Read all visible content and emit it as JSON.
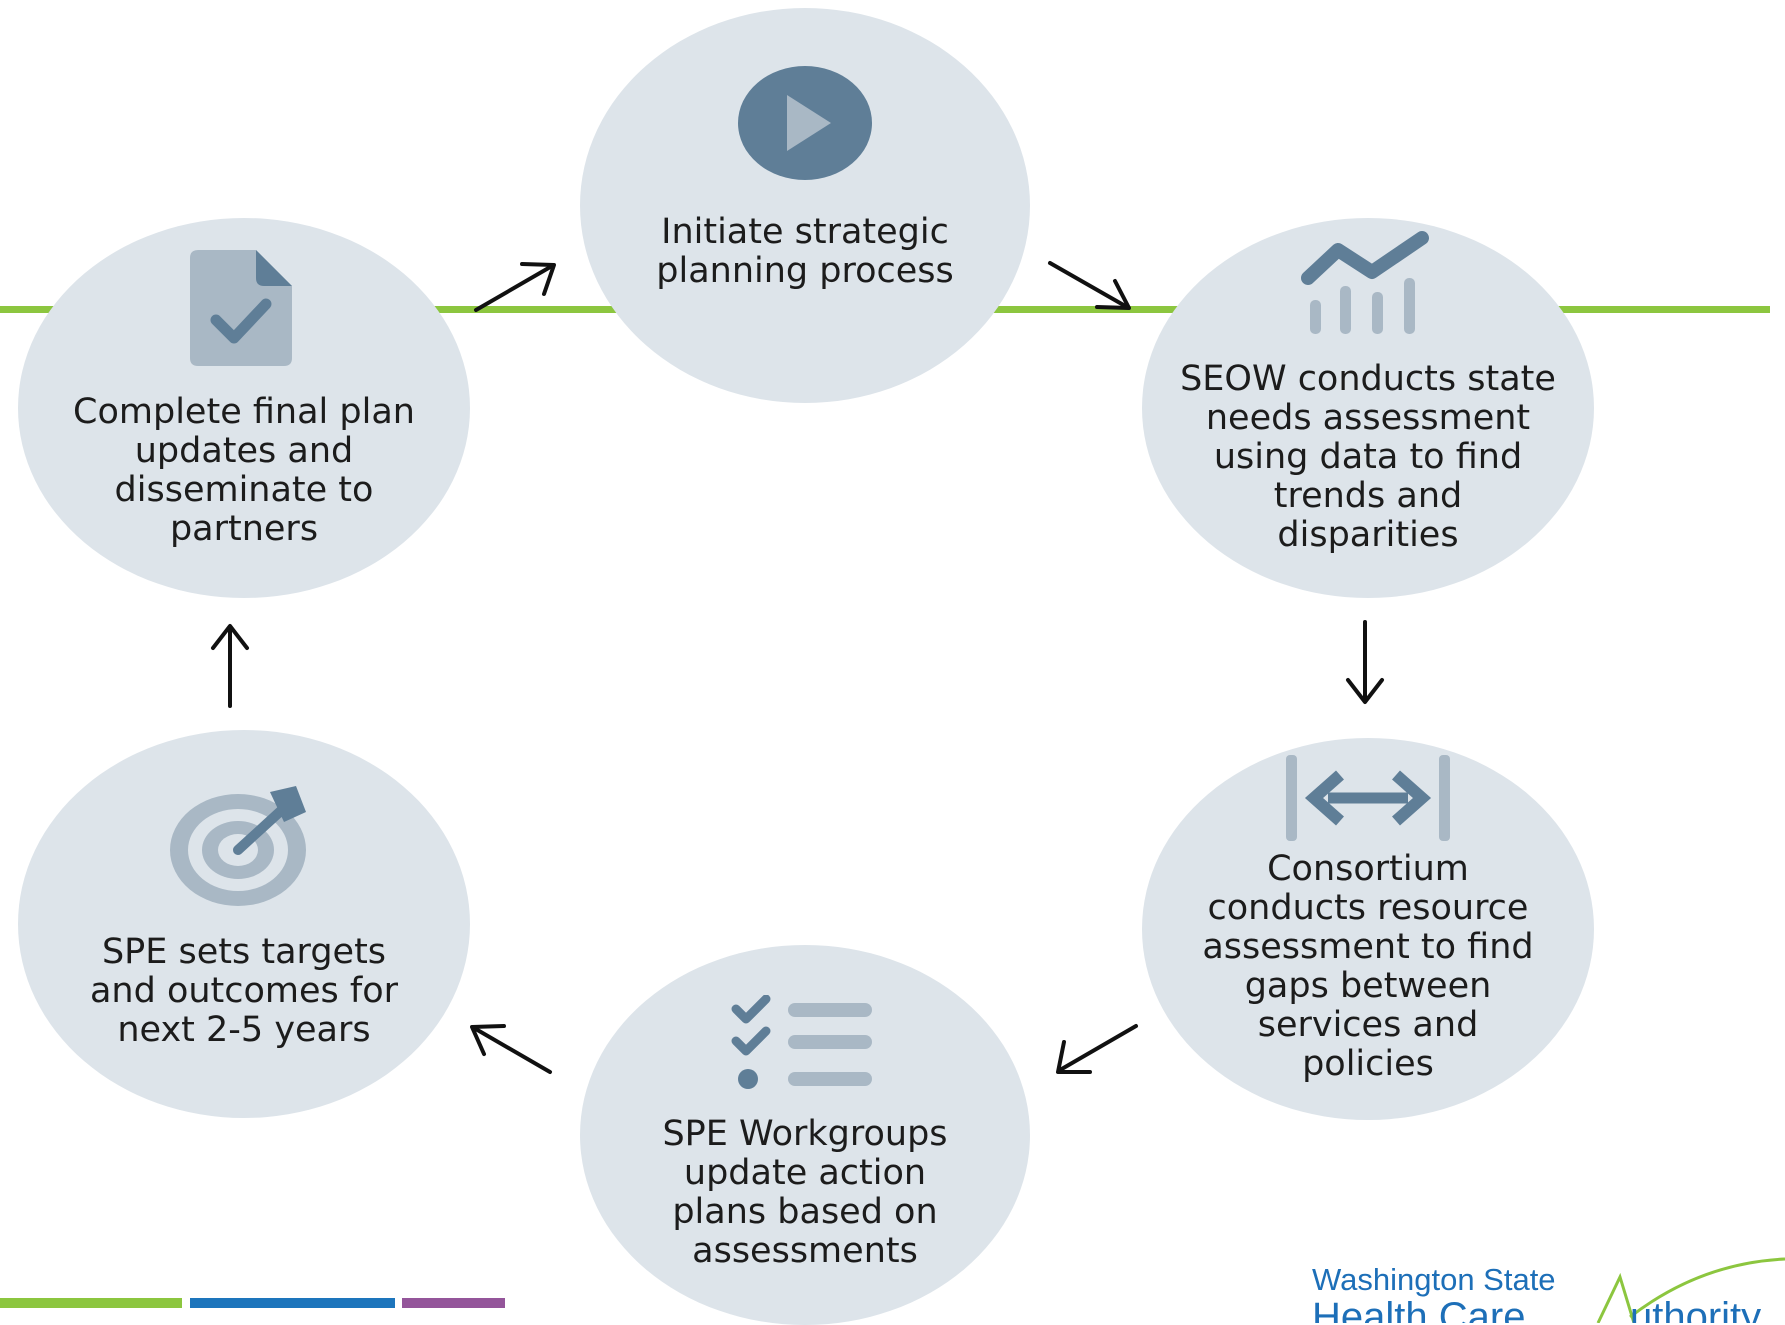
{
  "colors": {
    "accent_green": "#8cc63f",
    "circle_fill": "#dde4ea",
    "icon_dark": "#5f7e97",
    "icon_light": "#a9b8c5",
    "bar_blue": "#1d75bc",
    "bar_purple": "#94559a",
    "logo_blue": "#1d6fb8"
  },
  "cycle": {
    "steps": [
      {
        "label": "Initiate strategic\nplanning process",
        "icon": "play-icon"
      },
      {
        "label": "SEOW conducts state\nneeds assessment\nusing data to find\ntrends and\ndisparities",
        "icon": "trend-chart-icon"
      },
      {
        "label": "Consortium\nconducts resource\nassessment to find\ngaps between\nservices and\npolicies",
        "icon": "gap-arrows-icon"
      },
      {
        "label": "SPE Workgroups\nupdate action\nplans based on\nassessments",
        "icon": "checklist-icon"
      },
      {
        "label": "SPE sets targets\nand outcomes for\nnext 2-5 years",
        "icon": "target-icon"
      },
      {
        "label": "Complete final plan\nupdates and\ndisseminate to\npartners",
        "icon": "document-check-icon"
      }
    ]
  },
  "logo": {
    "line1": "Washington State",
    "line2": "Health Care",
    "line3": "uthority"
  }
}
